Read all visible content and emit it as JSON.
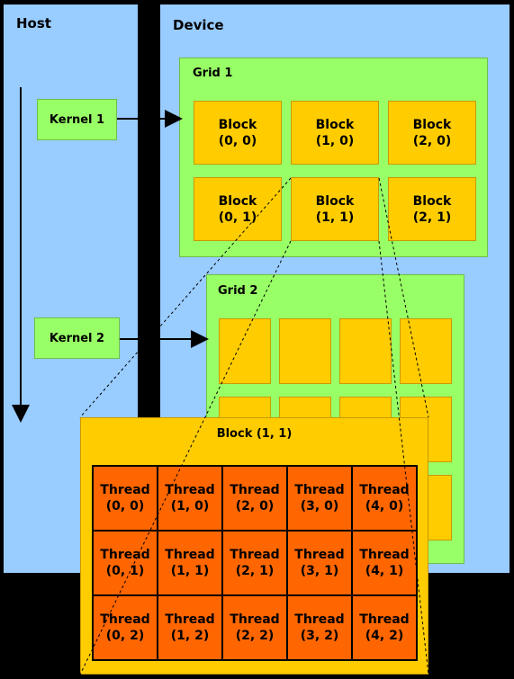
{
  "host": {
    "title": "Host"
  },
  "device": {
    "title": "Device"
  },
  "kernels": [
    {
      "label": "Kernel 1"
    },
    {
      "label": "Kernel 2"
    }
  ],
  "grid1": {
    "title": "Grid 1",
    "blocks": [
      {
        "line1": "Block",
        "line2": "(0, 0)"
      },
      {
        "line1": "Block",
        "line2": "(1, 0)"
      },
      {
        "line1": "Block",
        "line2": "(2, 0)"
      },
      {
        "line1": "Block",
        "line2": "(0, 1)"
      },
      {
        "line1": "Block",
        "line2": "(1, 1)"
      },
      {
        "line1": "Block",
        "line2": "(2, 1)"
      }
    ]
  },
  "grid2": {
    "title": "Grid 2"
  },
  "block_detail": {
    "title": "Block (1, 1)",
    "threads": [
      {
        "line1": "Thread",
        "line2": "(0, 0)"
      },
      {
        "line1": "Thread",
        "line2": "(1, 0)"
      },
      {
        "line1": "Thread",
        "line2": "(2, 0)"
      },
      {
        "line1": "Thread",
        "line2": "(3, 0)"
      },
      {
        "line1": "Thread",
        "line2": "(4, 0)"
      },
      {
        "line1": "Thread",
        "line2": "(0, 1)"
      },
      {
        "line1": "Thread",
        "line2": "(1, 1)"
      },
      {
        "line1": "Thread",
        "line2": "(2, 1)"
      },
      {
        "line1": "Thread",
        "line2": "(3, 1)"
      },
      {
        "line1": "Thread",
        "line2": "(4, 1)"
      },
      {
        "line1": "Thread",
        "line2": "(0, 2)"
      },
      {
        "line1": "Thread",
        "line2": "(1, 2)"
      },
      {
        "line1": "Thread",
        "line2": "(2, 2)"
      },
      {
        "line1": "Thread",
        "line2": "(3, 2)"
      },
      {
        "line1": "Thread",
        "line2": "(4, 2)"
      }
    ]
  },
  "colors": {
    "panel": "#99ccff",
    "grid": "#99ff66",
    "block": "#ffcc00",
    "thread": "#ff6600"
  }
}
